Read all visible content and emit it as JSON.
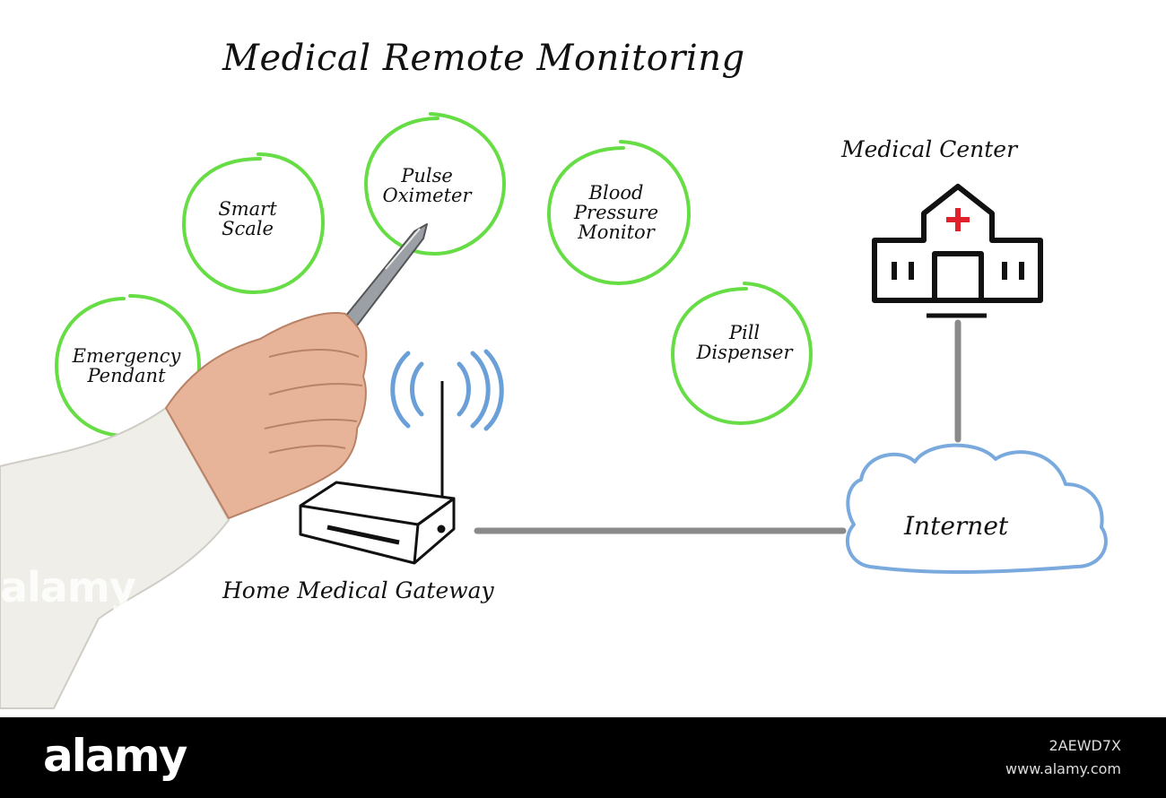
{
  "diagram": {
    "title": "Medical Remote Monitoring",
    "devices": [
      {
        "label_line1": "Emergency",
        "label_line2": "Pendant"
      },
      {
        "label_line1": "Smart",
        "label_line2": "Scale"
      },
      {
        "label_line1": "Pulse",
        "label_line2": "Oximeter"
      },
      {
        "label_line1": "Blood",
        "label_line2": "Pressure",
        "label_line3": "Monitor"
      },
      {
        "label_line1": "Pill",
        "label_line2": "Dispenser"
      }
    ],
    "gateway_label": "Home Medical Gateway",
    "internet_label": "Internet",
    "medical_center_label": "Medical Center"
  },
  "colors": {
    "circle": "#66dd44",
    "wifi": "#6a9fd8",
    "cloud": "#7aaadd",
    "link": "#8a8a8a",
    "cross": "#e0202a"
  },
  "watermark": "alamy",
  "footer": {
    "brand": "alamy",
    "image_id": "2AEWD7X",
    "url": "www.alamy.com"
  }
}
